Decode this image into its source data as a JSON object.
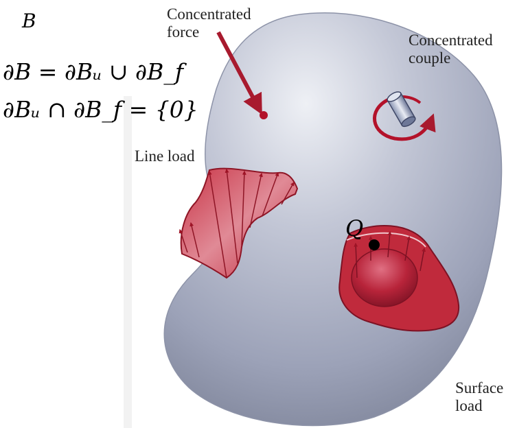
{
  "equations": {
    "body_symbol": "B",
    "boundary_union": "∂B = ∂Bᵤ ∪ ∂B_f",
    "boundary_intersection": "∂Bᵤ ∩ ∂B_f = {0}"
  },
  "labels": {
    "concentrated_force": [
      "Concentrated",
      "force"
    ],
    "concentrated_couple": [
      "Concentrated",
      "couple"
    ],
    "line_load": "Line load",
    "surface_load": [
      "Surface",
      "load"
    ],
    "point_q": "Q"
  },
  "colors": {
    "body": "#9aa0b4",
    "body_light": "#e4e7ef",
    "load_red": "#c0283a",
    "arrow_red": "#b3122a",
    "text": "#222222"
  }
}
